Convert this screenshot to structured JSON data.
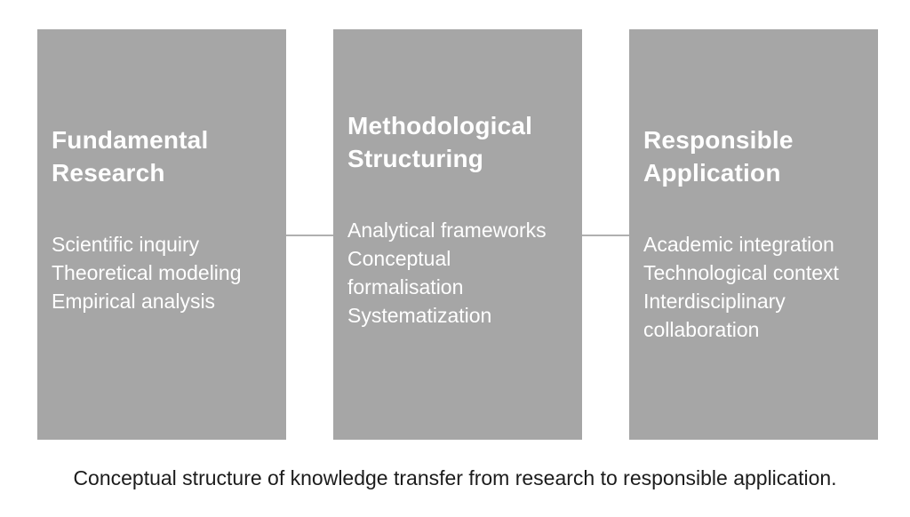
{
  "diagram": {
    "boxes": [
      {
        "title": "Fundamental Research",
        "items": [
          "Scientific inquiry",
          "Theoretical modeling",
          "Empirical analysis"
        ]
      },
      {
        "title": "Methodological Structuring",
        "items": [
          "Analytical frameworks",
          "Conceptual formalisation",
          "Systematization"
        ]
      },
      {
        "title": "Responsible Application",
        "items": [
          "Academic integration",
          "Technological context",
          "Interdisciplinary collaboration"
        ]
      }
    ],
    "caption": "Conceptual structure of knowledge transfer from research to responsible application.",
    "colors": {
      "background": "#ffffff",
      "box_fill": "#a6a6a6",
      "box_text": "#ffffff",
      "connector": "#b0b0b0",
      "caption_text": "#1c1c1c"
    }
  }
}
